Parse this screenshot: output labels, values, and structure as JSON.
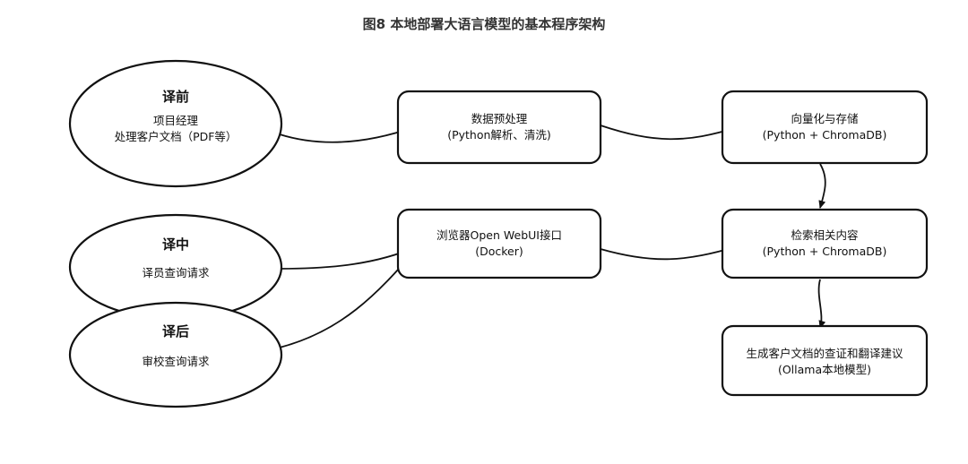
{
  "title": "图8 本地部署大语言模型的基本程序架构",
  "nodes": {
    "pre": {
      "title": "译前",
      "line1": "项目经理",
      "line2": "处理客户文档（PDF等）"
    },
    "mid": {
      "title": "译中",
      "line1": "译员查询请求"
    },
    "post": {
      "title": "译后",
      "line1": "审校查询请求"
    },
    "preprocess": {
      "line1": "数据预处理",
      "line2": "(Python解析、清洗)"
    },
    "vectorize": {
      "line1": "向量化与存储",
      "line2": "(Python + ChromaDB)"
    },
    "webui": {
      "line1": "浏览器Open WebUI接口",
      "line2": "(Docker)"
    },
    "retrieve": {
      "line1": "检索相关内容",
      "line2": "(Python + ChromaDB)"
    },
    "generate": {
      "line1": "生成客户文档的查证和翻译建议",
      "line2": "(Ollama本地模型)"
    }
  }
}
